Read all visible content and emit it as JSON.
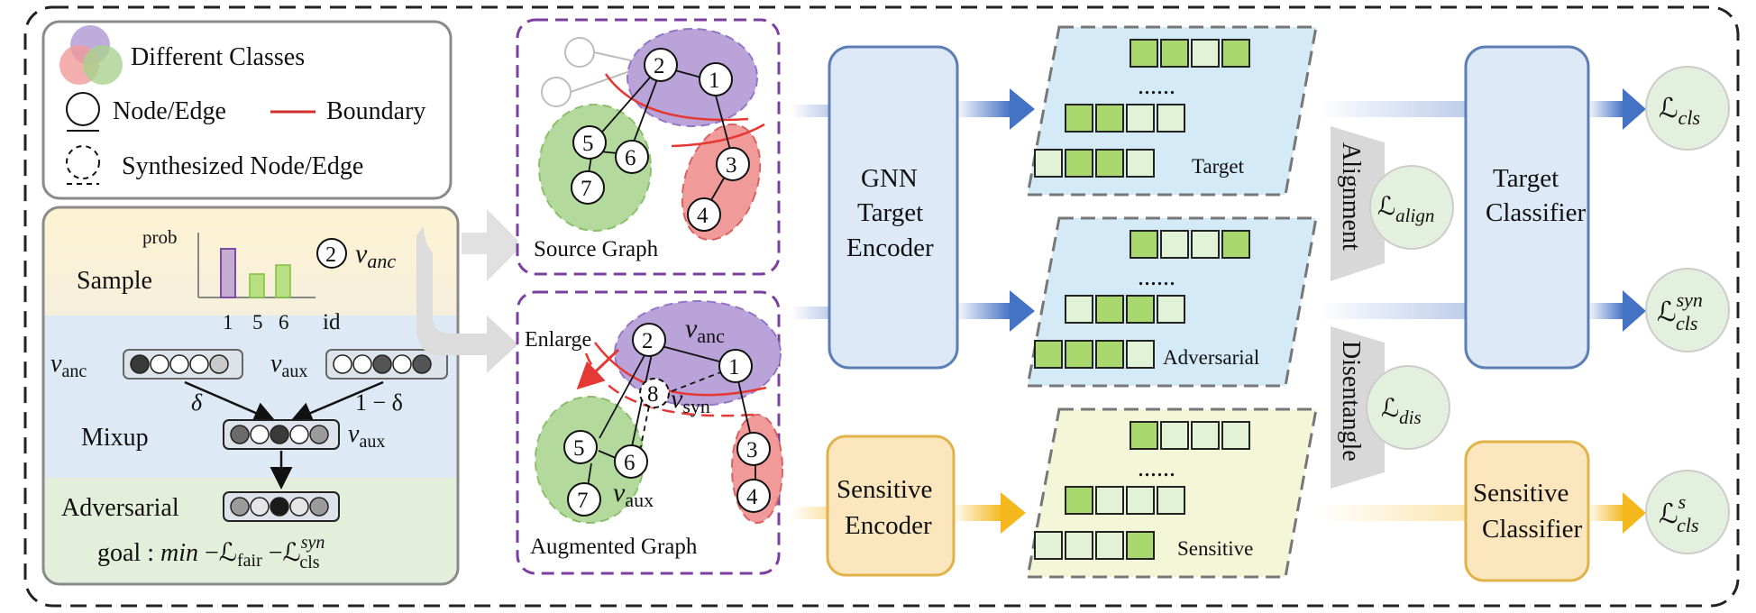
{
  "legend": {
    "different_classes": "Different Classes",
    "node_edge": "Node/Edge",
    "boundary": "Boundary",
    "synthesized": "Synthesized Node/Edge"
  },
  "process": {
    "sample": "Sample",
    "prob": "prob",
    "id": "id",
    "ticks": [
      "1",
      "5",
      "6"
    ],
    "anchor_node": "2",
    "v_anc": "v",
    "v_anc_sub": "anc",
    "v_aux_sub": "aux",
    "delta": "δ",
    "one_minus_delta": "1 − δ",
    "mixup": "Mixup",
    "adversarial": "Adversarial",
    "goal_prefix": "goal : ",
    "goal_min": "min",
    "goal_fair_sub": "fair",
    "goal_cls_sub": "cls",
    "goal_syn_sup": "syn"
  },
  "source_graph": {
    "label": "Source Graph",
    "nodes": [
      "1",
      "2",
      "3",
      "4",
      "5",
      "6",
      "7"
    ]
  },
  "augmented_graph": {
    "label": "Augmented Graph",
    "enlarge": "Enlarge",
    "nodes": [
      "1",
      "2",
      "3",
      "4",
      "5",
      "6",
      "7",
      "8"
    ],
    "syn_sub": "syn",
    "anc_sub": "anc",
    "aux_sub": "aux"
  },
  "encoders": {
    "gnn_line1": "GNN",
    "gnn_line2": "Target",
    "gnn_line3": "Encoder",
    "sens_line1": "Sensitive",
    "sens_line2": "Encoder"
  },
  "embeddings": {
    "dots": "......",
    "target": "Target",
    "adversarial": "Adversarial",
    "sensitive": "Sensitive"
  },
  "middle": {
    "alignment": "Alignment",
    "disentangle": "Disentangle",
    "align_sub": "align",
    "dis_sub": "dis"
  },
  "classifiers": {
    "target_line1": "Target",
    "target_line2": "Classifier",
    "sens_line1": "Sensitive",
    "sens_line2": "Classifier"
  },
  "losses": {
    "L": "ℒ",
    "cls": "cls",
    "syn": "syn",
    "s": "s"
  },
  "colors": {
    "purple_class": "#b9a3d8",
    "green_class": "#a9d28f",
    "red_class": "#f09a9a",
    "boundary": "#d32f2f",
    "encoder_blue": "#dde9f7",
    "encoder_border": "#5d7eb4",
    "sens_yellow": "#fbe6bd",
    "sens_border": "#e0b24a",
    "arrow_blue": "#4472c4",
    "arrow_yellow": "#f5b81c",
    "cell_green": "#a9d86e",
    "cell_light": "#e2f2d6",
    "target_para": "#d4ebf7",
    "sens_para": "#f3f6d7"
  }
}
